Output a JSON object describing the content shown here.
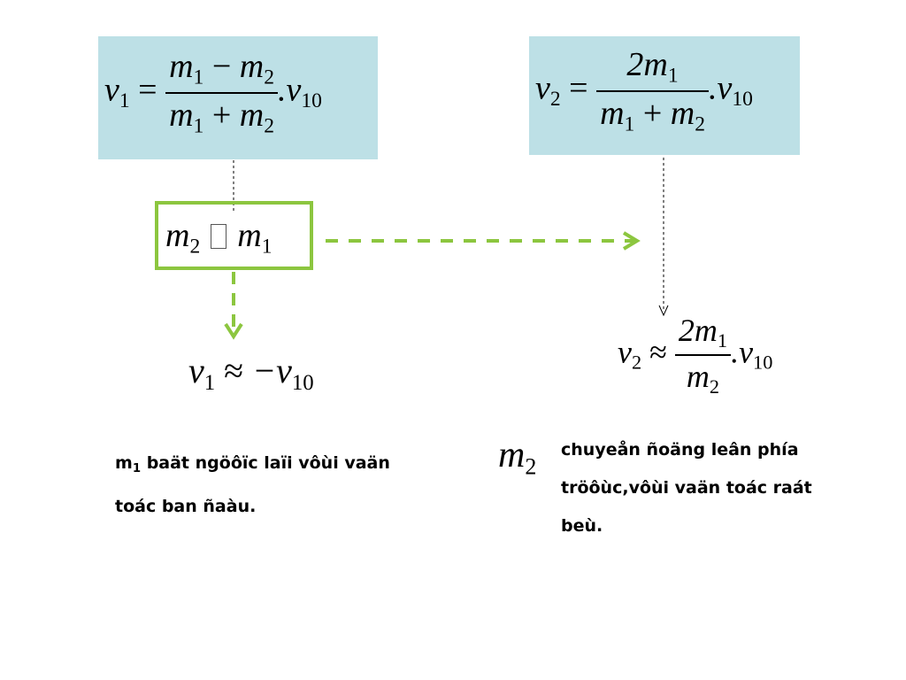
{
  "formula_v1": {
    "lhs": "v",
    "lhs_sub": "1",
    "num_a": "m",
    "num_a_sub": "1",
    "num_op": "−",
    "num_b": "m",
    "num_b_sub": "2",
    "den_a": "m",
    "den_a_sub": "1",
    "den_op": "+",
    "den_b": "m",
    "den_b_sub": "2",
    "tail": ".v",
    "tail_sub": "10"
  },
  "formula_v2": {
    "lhs": "v",
    "lhs_sub": "2",
    "num": "2m",
    "num_sub": "1",
    "den_a": "m",
    "den_a_sub": "1",
    "den_op": "+",
    "den_b": "m",
    "den_b_sub": "2",
    "tail": ".v",
    "tail_sub": "10"
  },
  "condition": {
    "left": "m",
    "left_sub": "2",
    "right": "m",
    "right_sub": "1"
  },
  "result_v1": {
    "lhs": "v",
    "lhs_sub": "1",
    "rel": "≈",
    "rhs": "−v",
    "rhs_sub": "10"
  },
  "result_v2": {
    "lhs": "v",
    "lhs_sub": "2",
    "rel": "≈",
    "num": "2m",
    "num_sub": "1",
    "den": "m",
    "den_sub": "2",
    "tail": ".v",
    "tail_sub": "10"
  },
  "note_left": {
    "lead": "m",
    "lead_sub": "1",
    "line1": " baät ngöôïc laïi vôùi   vaän",
    "line2": "toác ban ñaàu."
  },
  "note_right": {
    "symbol": "m",
    "symbol_sub": "2",
    "line1": "chuyeån ñoäng leân phía",
    "line2": "tröôùc,vôùi vaän toác raát",
    "line3": "beù."
  },
  "colors": {
    "box_fill": "#bde0e6",
    "green": "#8cc63f"
  }
}
